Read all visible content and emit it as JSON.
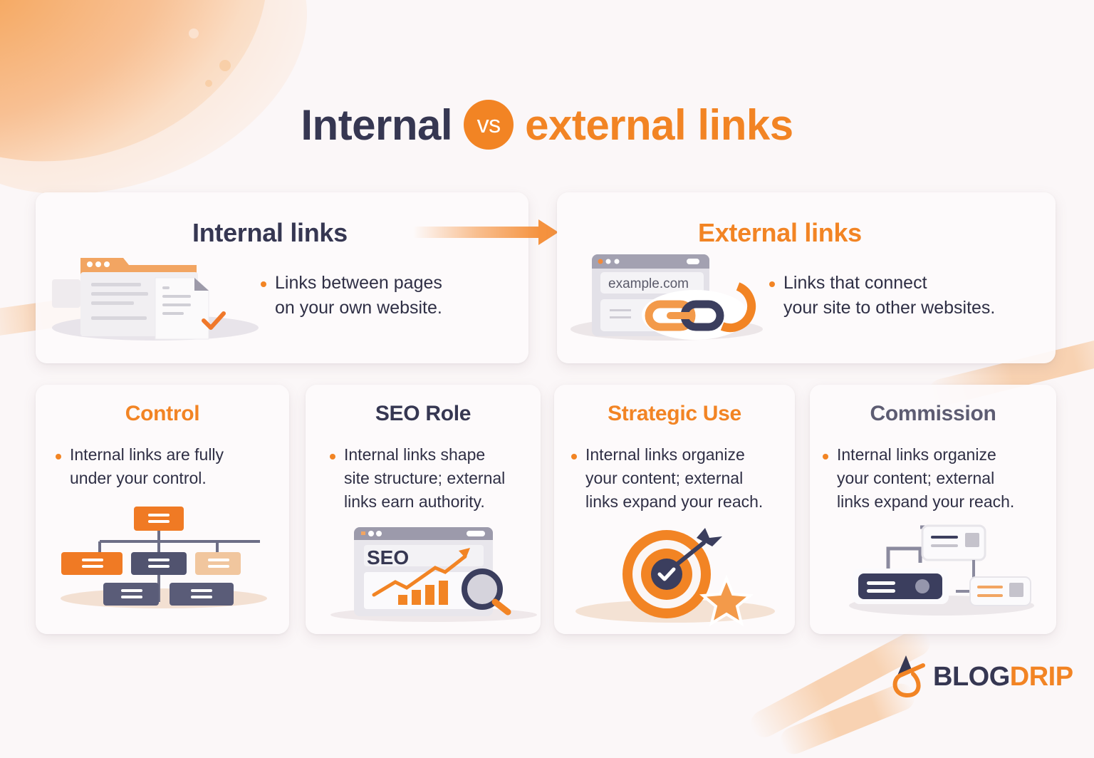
{
  "header": {
    "title_part1": "Internal",
    "vs_badge": "vs",
    "title_part2": "external links"
  },
  "top_cards": {
    "internal": {
      "title": "Internal links",
      "bullet_line1": "Links between pages",
      "bullet_line2": "on your own website.",
      "icon": "browser-document-check-icon"
    },
    "external": {
      "title": "External links",
      "bullet_line1": "Links that connect",
      "bullet_line2": "your site to other websites.",
      "url_bar_text": "example.com",
      "icon": "browser-chain-link-icon"
    },
    "connector": "arrow-right-icon"
  },
  "bottom_cards": [
    {
      "title": "Control",
      "title_color": "#f28424",
      "bullet_lines": [
        "Internal links are fully",
        "under your control."
      ],
      "icon": "sitemap-hierarchy-icon"
    },
    {
      "title": "SEO Role",
      "title_color": "#363752",
      "bullet_lines": [
        "Internal links shape",
        "site structure; external",
        "links earn authority."
      ],
      "badge_text": "SEO",
      "icon": "seo-growth-magnifier-icon"
    },
    {
      "title": "Strategic Use",
      "title_color": "#f28424",
      "bullet_lines": [
        "Internal links organize",
        "your content; external",
        "links expand your reach."
      ],
      "icon": "target-arrow-star-icon"
    },
    {
      "title": "Commission",
      "title_color": "#5d5c72",
      "bullet_lines": [
        "Internal links organize",
        "your content; external",
        "links expand your reach."
      ],
      "icon": "connected-cards-icon"
    }
  ],
  "brand": {
    "logo_part1": "BLOG",
    "logo_part2": "DRIP",
    "icon": "drop-logo-icon"
  },
  "colors": {
    "accent": "#f28424",
    "dark": "#363752",
    "background": "#fbf7f8"
  }
}
